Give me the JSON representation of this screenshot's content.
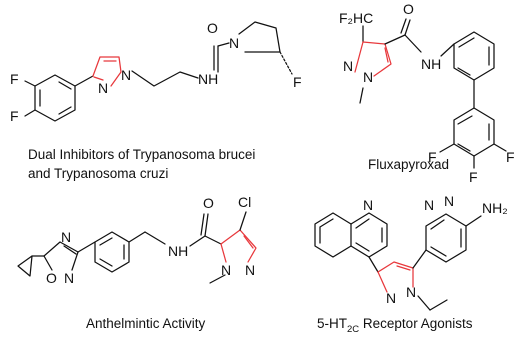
{
  "colors": {
    "pyrazole": "#e8383c",
    "ink": "#111111",
    "background": "#ffffff"
  },
  "compounds": [
    {
      "caption_line1": "Dual Inhibitors of Trypanosoma brucei",
      "caption_line2": "and Trypanosoma cruzi",
      "atoms": {
        "f1": "F",
        "f2": "F",
        "n1": "N",
        "n2": "N",
        "nh": "NH",
        "o": "O",
        "n_pyr": "N",
        "f3": "F"
      }
    },
    {
      "caption": "Fluxapyroxad",
      "atoms": {
        "chf2": "F₂HC",
        "n1": "N",
        "n2": "N",
        "o": "O",
        "nh": "NH",
        "f1": "F",
        "f2": "F",
        "f3": "F"
      }
    },
    {
      "caption": "Anthelmintic Activity",
      "atoms": {
        "n1": "N",
        "o1": "O",
        "n2": "N",
        "o2": "O",
        "nh": "NH",
        "cl": "Cl",
        "n3": "N",
        "n4": "N"
      }
    },
    {
      "caption_pre": "5-HT",
      "caption_sub": "2C",
      "caption_post": " Receptor Agonists",
      "atoms": {
        "nq": "N",
        "n1": "N",
        "n2": "N",
        "np1": "N",
        "np2": "N",
        "nh2": "NH₂"
      }
    }
  ]
}
